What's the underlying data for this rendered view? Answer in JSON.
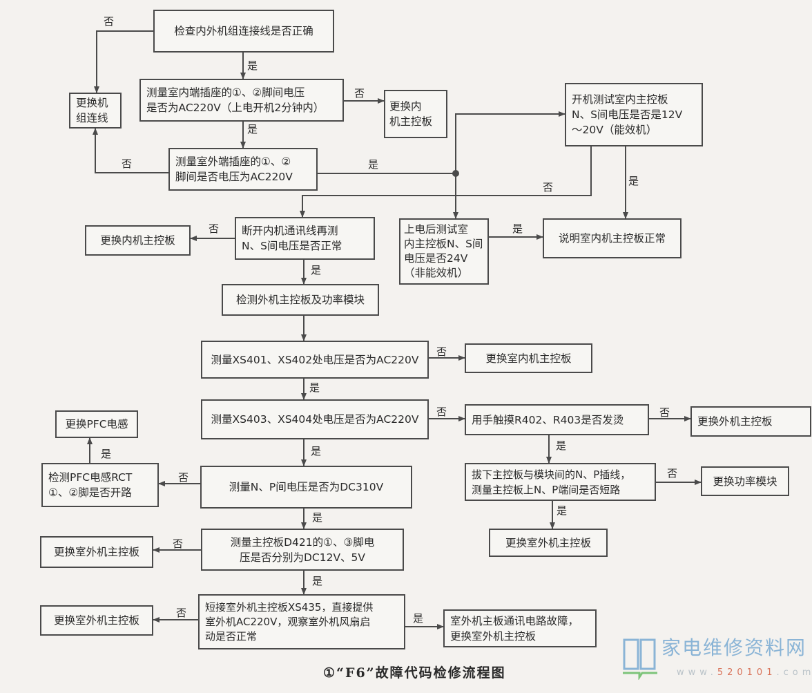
{
  "boxes": {
    "b1": "检查内外机组连接线是否正确",
    "b2": "测量室内端插座的①、②脚间电压\n是否为AC220V（上电开机2分钟内）",
    "b3": "更换机\n组连线",
    "b4": "更换内\n机主控板",
    "b5": "开机测试室内主控板\nN、S间电压是否是12V\n～20V（能效机）",
    "b6": "测量室外端插座的①、②\n脚间是否电压为AC220V",
    "b7": "更换内机主控板",
    "b8": "断开内机通讯线再测\nN、S间电压是否正常",
    "b9": "上电后测试室\n内主控板N、S间\n电压是否24V\n（非能效机）",
    "b10": "说明室内机主控板正常",
    "b11": "检测外机主控板及功率模块",
    "b12": "测量XS401、XS402处电压是否为AC220V",
    "b13": "更换室内机主控板",
    "b14": "测量XS403、XS404处电压是否为AC220V",
    "b15": "用手触摸R402、R403是否发烫",
    "b16": "更换外机主控板",
    "b17": "更换PFC电感",
    "b18": "检测PFC电感RCT\n①、②脚是否开路",
    "b19": "测量N、P间电压是否为DC310V",
    "b20": "拔下主控板与模块间的N、P插线，\n测量主控板上N、P端间是否短路",
    "b21": "更换功率模块",
    "b22": "更换室外机主控板",
    "b23": "更换室外机主控板",
    "b24": "测量主控板D421的①、③脚电\n压是否分别为DC12V、5V",
    "b25": "更换室外机主控板",
    "b26": "短接室外机主控板XS435，直接提供\n室外机AC220V，观察室外机风扇启\n动是否正常",
    "b27": "室外机主板通讯电路故障，\n更换室外机主控板"
  },
  "labels": {
    "yes": "是",
    "no": "否"
  },
  "caption": "①“F6”故障代码检修流程图",
  "logo": {
    "name": "家电维修资料网",
    "url_prefix": "www.",
    "url_num": "520101",
    "url_suffix": ".com"
  },
  "colors": {
    "line": "#4a4a4a",
    "background": "#f4f2ef",
    "logo": "#8ab4d6"
  }
}
